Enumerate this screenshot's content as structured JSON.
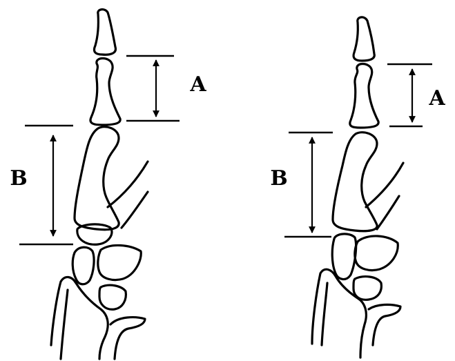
{
  "figure": {
    "left_panel": {
      "label_a": "A",
      "label_b": "B"
    },
    "right_panel": {
      "label_a": "A",
      "label_b": "B"
    }
  },
  "colors": {
    "stroke": "#000000",
    "background": "#ffffff"
  }
}
